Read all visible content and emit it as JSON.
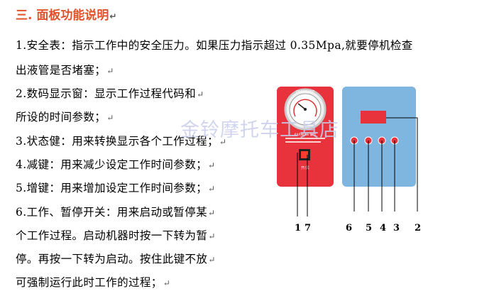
{
  "heading": "三. 面板功能说明",
  "paragraph_mark": "↵",
  "lines": [
    "1.安全表：指示工作中的安全压力。如果压力指示超过 0.35Mpa,就要停机检查",
    "出液管是否堵塞；",
    "2.数码显示窗：显示工作过程代码和",
    "所设的时间参数；",
    "3.状态健：用来转换显示各个工作过程；",
    "4.减键：用来减少设定工作时间参数；",
    "5.增键：用来增加设定工作时间参数；",
    "6.工作、暂停开关：用来启动或暂停某",
    "个工作过程。启动机器时按一下转为暂",
    "停。再按一下转为启动。按住此键不放",
    "可强制运行此时工作的过程；"
  ],
  "watermark": "金铃摩托车工具店",
  "figure": {
    "callouts": [
      "1",
      "7",
      "6",
      "5",
      "4",
      "3",
      "2"
    ],
    "gauge_label": "PRESSURE",
    "panel_text": "KARNIAN 警告",
    "switch_label": "开/关",
    "colors": {
      "left_panel": "#e8323c",
      "right_panel": "#7fb6e0",
      "display": "#e8323c"
    }
  }
}
